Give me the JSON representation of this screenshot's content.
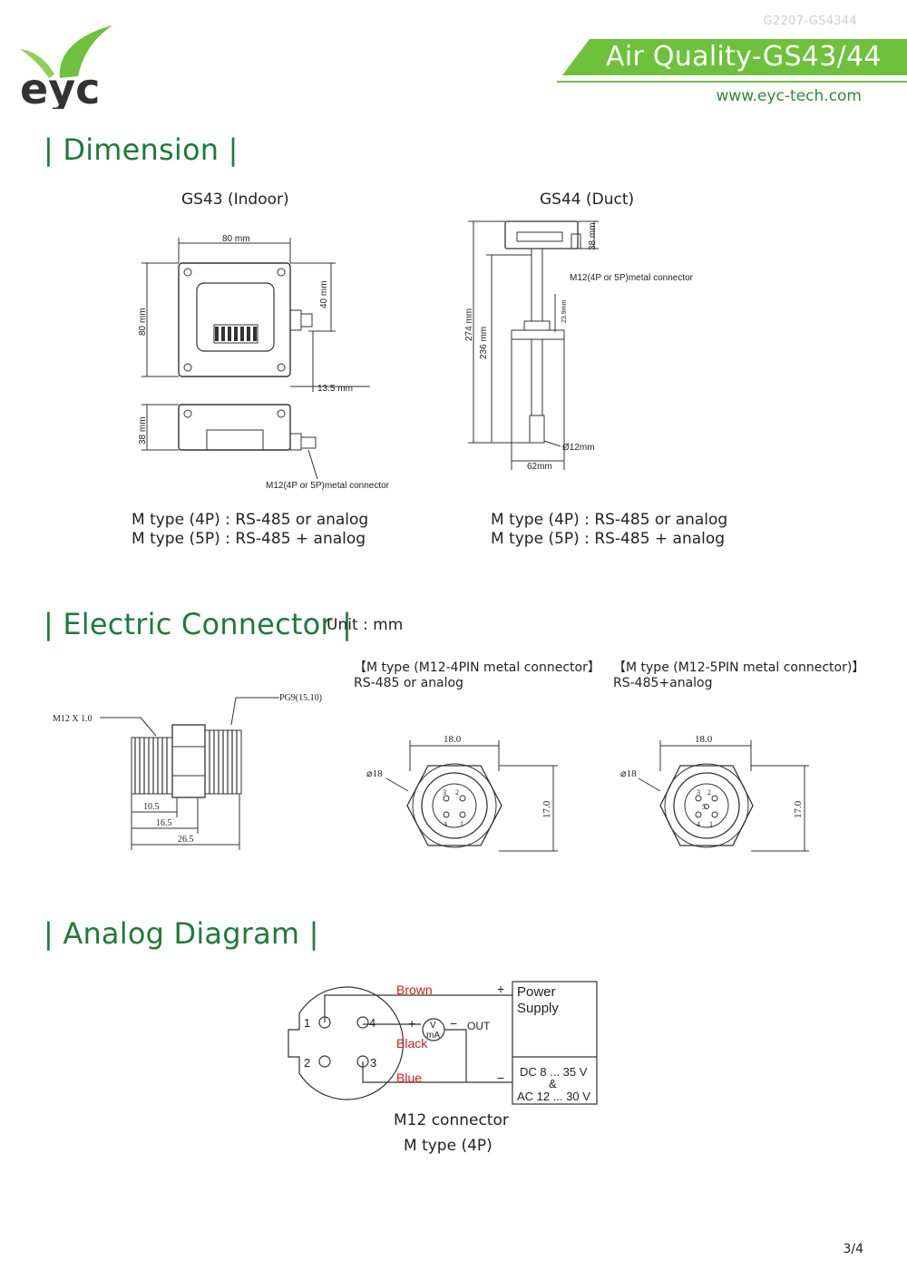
{
  "header": {
    "doc_code": "G2207-GS4344",
    "title": "Air Quality-GS43/44",
    "website": "www.eyc-tech.com",
    "colors": {
      "brand_green": "#1e7b3a",
      "accent_green": "#6dc13b"
    }
  },
  "logo": {
    "text": "eyc",
    "icon": "eyc-leaf-logo"
  },
  "dimension": {
    "heading": "| Dimension |",
    "gs43": {
      "caption": "GS43 (Indoor)",
      "width_label": "80 mm",
      "height_label": "80 mm",
      "depth_label": "40 mm",
      "offset_label": "13.5 mm",
      "side_height_label": "38 mm",
      "connector_label": "M12(4P or 5P)metal connector",
      "notes": [
        "M type (4P) : RS-485 or analog",
        "M type (5P) : RS-485 + analog"
      ]
    },
    "gs44": {
      "caption": "GS44 (Duct)",
      "head_height_label": "38 mm",
      "connector_label": "M12(4P or 5P)metal connector",
      "flange_label": "23.9mm",
      "total_length_label": "274 mm",
      "probe_length_label": "236 mm",
      "diameter_label": "Ø12mm",
      "flange_width_label": "62mm",
      "notes": [
        "M type (4P) : RS-485 or analog",
        "M type (5P) : RS-485 + analog"
      ]
    }
  },
  "connector": {
    "heading": "| Electric Connector |",
    "unit": "Unit : mm",
    "side_view": {
      "thread_label": "M12 X 1.0",
      "pg_label": "PG9(15.10)",
      "dim1": "10.5",
      "dim2": "16.5",
      "dim3": "26.5"
    },
    "four_pin": {
      "title": "【M type (M12-4PIN metal connector】",
      "subtitle": "RS-485 or analog",
      "width": "18.0",
      "height": "17.0",
      "dia": "⌀18",
      "pins": [
        "1",
        "2",
        "3",
        "4"
      ]
    },
    "five_pin": {
      "title": "【M type (M12-5PIN metal connector)】",
      "subtitle": "RS-485+analog",
      "width": "18.0",
      "height": "17.0",
      "dia": "⌀18",
      "pins": [
        "1",
        "2",
        "3",
        "4",
        "5"
      ]
    }
  },
  "analog": {
    "heading": "| Analog Diagram |",
    "wire_brown": "Brown",
    "wire_black": "Black",
    "wire_blue": "Blue",
    "plus": "+",
    "minus": "−",
    "out": "OUT",
    "meter_v": "V",
    "meter_ma": "mA",
    "power_title_1": "Power",
    "power_title_2": "Supply",
    "dc": "DC 8 ... 35 V",
    "amp": "&",
    "ac": "AC 12 ... 30 V",
    "pins": [
      "1",
      "4",
      "2",
      "3"
    ],
    "caption_1": "M12 connector",
    "caption_2": "M type (4P)",
    "colors": {
      "wire_label": "#d11a1a"
    }
  },
  "footer": {
    "page": "3/4"
  }
}
